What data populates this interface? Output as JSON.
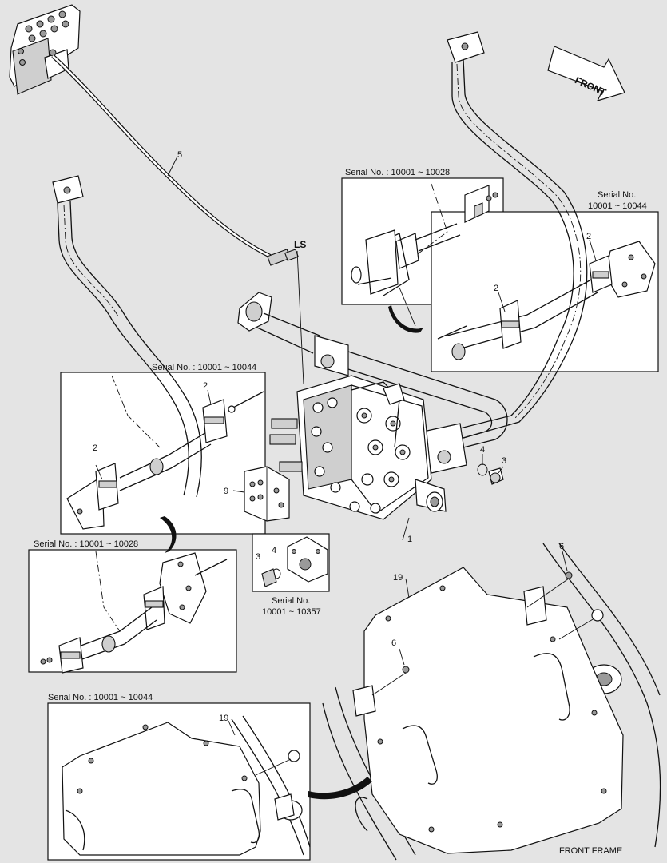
{
  "labels": {
    "front": "FRONT",
    "ls": "LS",
    "front_frame": "FRONT FRAME"
  },
  "insets": {
    "top_center": "Serial No. : 10001 ~ 10028",
    "right_line1": "Serial No.",
    "right_line2": "10001 ~ 10044",
    "left_mid": "Serial No. : 10001 ~ 10044",
    "left_lower": "Serial No. : 10001 ~ 10028",
    "center_small_line1": "Serial No.",
    "center_small_line2": "10001 ~ 10357",
    "bottom_left": "Serial No. : 10001 ~ 10044"
  },
  "callouts": {
    "hose": "5",
    "valve": "1",
    "clamp_right": "2",
    "clamp_left_top": "2",
    "clamp_left_bottom": "2",
    "clamp_right_inner": "2",
    "plug": "3",
    "oring": "4",
    "plug_inset": "3",
    "oring_inset": "4",
    "block": "9",
    "bolt_top": "6",
    "bolt_mid": "6",
    "cover_main": "19",
    "cover_inset": "19"
  }
}
